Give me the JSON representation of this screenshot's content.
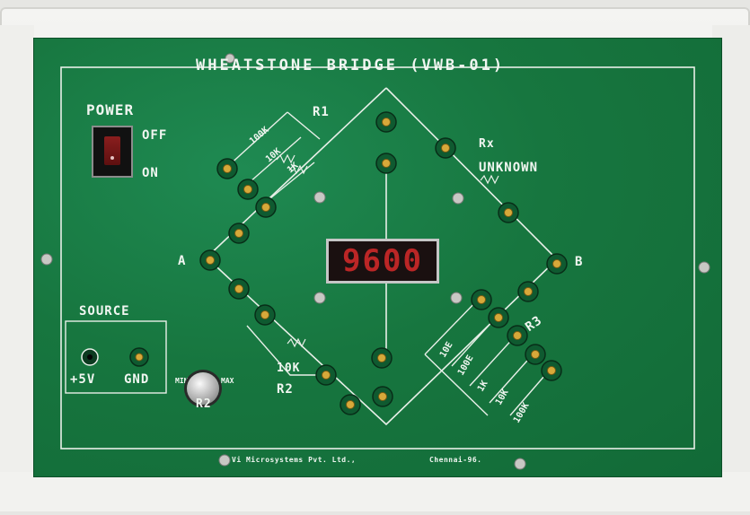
{
  "board": {
    "title": "WHEATSTONE BRIDGE (VWB-01)",
    "manufacturer": "Vi Microsystems Pvt. Ltd.,",
    "location": "Chennai-96."
  },
  "power": {
    "label": "POWER",
    "off_label": "OFF",
    "on_label": "ON"
  },
  "display": {
    "value": "9600",
    "color": "#d82a2a"
  },
  "nodes": {
    "a": "A",
    "b": "B"
  },
  "r1": {
    "label": "R1",
    "values": [
      "100K",
      "10K",
      "1K"
    ]
  },
  "rx": {
    "label": "Rx",
    "sublabel": "UNKNOWN"
  },
  "r2": {
    "value_label": "10K",
    "label": "R2",
    "knob_label": "R2",
    "min_label": "MIN",
    "max_label": "MAX"
  },
  "r3": {
    "label": "R3",
    "values": [
      "10E",
      "100E",
      "1K",
      "10K",
      "100K"
    ]
  },
  "source": {
    "label": "SOURCE",
    "plus_label": "+5V",
    "gnd_label": "GND"
  },
  "colors": {
    "board": "#17763f",
    "frame": "#ececea",
    "trace": "#e8efe8"
  }
}
